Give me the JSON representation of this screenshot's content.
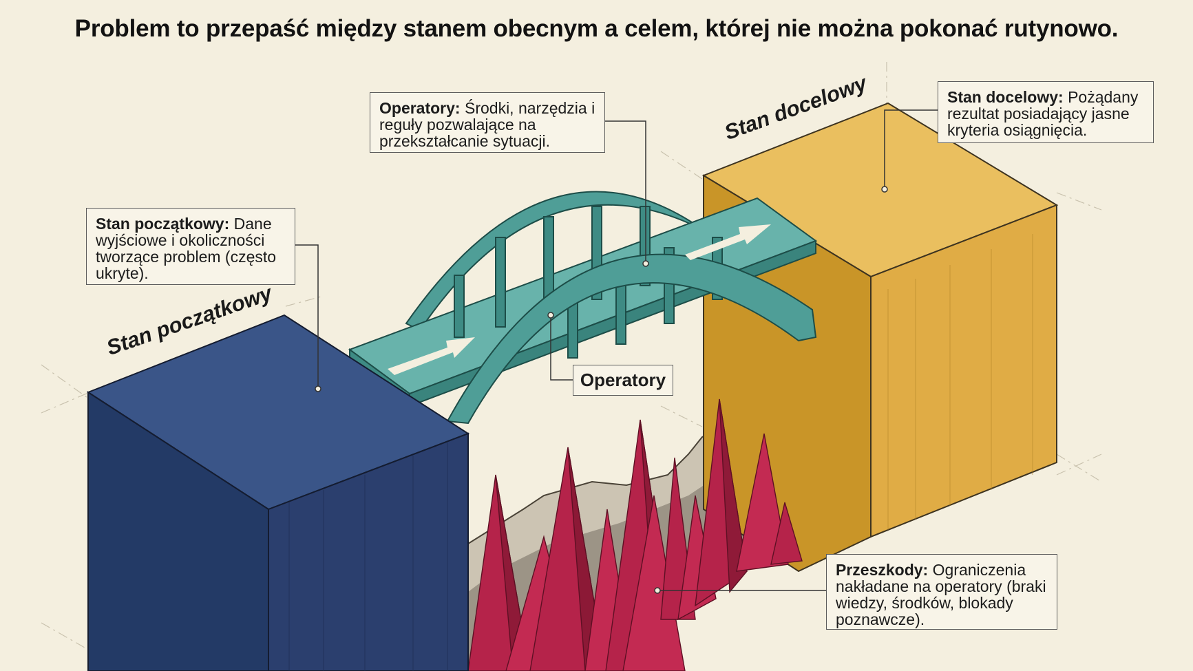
{
  "title": "Problem to przepaść między stanem obecnym a celem, której nie można pokonać rutynowo.",
  "start_block": {
    "label": "Stan początkowy",
    "callout_term": "Stan początkowy:",
    "callout_text": "Dane wyjściowe i okoliczności tworzące problem (często ukryte).",
    "color": "#2b3f6e"
  },
  "goal_block": {
    "label": "Stan docelowy",
    "callout_term": "Stan docelowy:",
    "callout_text": "Pożądany rezultat posiadający jasne kryteria osiągnięcia.",
    "color": "#e0ac45"
  },
  "operators": {
    "label": "Operatory",
    "callout_term": "Operatory:",
    "callout_text": "Środki, narzędzia i reguły pozwalające na przekształcanie sytuacji.",
    "color": "#4f9e97"
  },
  "obstacles": {
    "callout_term": "Przeszkody:",
    "callout_text": "Ograniczenia nakładane na operatory (braki wiedzy, środków, blokady poznawcze).",
    "color": "#b5234a"
  }
}
